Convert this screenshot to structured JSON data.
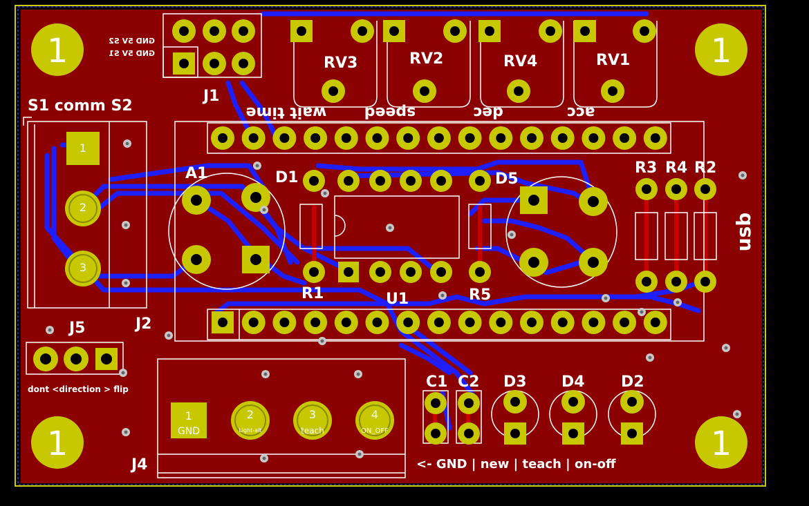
{
  "colors": {
    "background": "#000000",
    "board": "#8b0000",
    "board_edge": "#cccc00",
    "copper_back": "#1e1eff",
    "copper_front": "#c80000",
    "pad": "#c8c800",
    "pad_hole": "#000000",
    "silkscreen": "#ffffff"
  },
  "mounting_hole_label": "1",
  "header_top": {
    "line1": "GND 5V S2",
    "line2": "GND 5V S1"
  },
  "labels": {
    "J1": "J1",
    "RV3": "RV3",
    "RV2": "RV2",
    "RV4": "RV4",
    "RV1": "RV1",
    "S1comm": "S1  comm  S2",
    "wait_time": "wait time",
    "speed": "speed",
    "dec": "dec",
    "acc": "acc",
    "A1": "A1",
    "D1": "D1",
    "D5": "D5",
    "R3": "R3",
    "R4": "R4",
    "R2": "R2",
    "usb": "usb",
    "R1": "R1",
    "U1": "U1",
    "R5": "R5",
    "J2": "J2",
    "J5": "J5",
    "direction": "dont  <direction > flip",
    "J4": "J4",
    "C1": "C1",
    "C2": "C2",
    "D3": "D3",
    "D4": "D4",
    "D2": "D2",
    "bottom_legend": "<- GND | new | teach | on-off"
  },
  "j2_pins": [
    "1",
    "2",
    "3"
  ],
  "j4_pins": [
    {
      "num": "1",
      "name": "GND"
    },
    {
      "num": "2",
      "name": "Light-alt"
    },
    {
      "num": "3",
      "name": "teach"
    },
    {
      "num": "4",
      "name": "ON_OFF"
    }
  ]
}
